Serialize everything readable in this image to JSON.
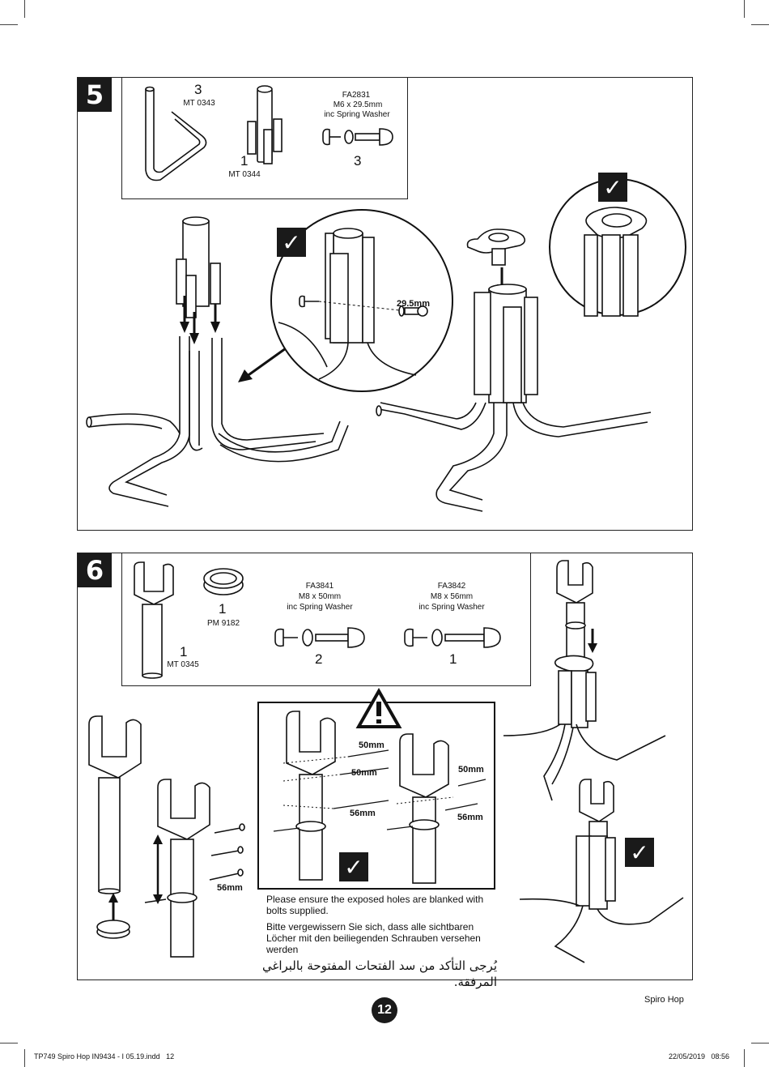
{
  "step5": {
    "number": "5",
    "parts": {
      "p1_qty": "3",
      "p1_code": "MT 0343",
      "p2_qty": "1",
      "p2_code": "MT 0344",
      "p3_code": "FA2831",
      "p3_size": "M6 x 29.5mm",
      "p3_note": "inc Spring Washer",
      "p3_qty": "3"
    },
    "bolt_length": "29.5mm"
  },
  "step6": {
    "number": "6",
    "parts": {
      "p1_qty": "1",
      "p1_code": "PM 9182",
      "p2_qty": "1",
      "p2_code": "MT 0345",
      "p3_code": "FA3841",
      "p3_size": "M8 x 50mm",
      "p3_note": "inc Spring Washer",
      "p3_qty": "2",
      "p4_code": "FA3842",
      "p4_size": "M8 x 56mm",
      "p4_note": "inc Spring Washer",
      "p4_qty": "1"
    },
    "len_56": "56mm",
    "warn_50a": "50mm",
    "warn_50b": "50mm",
    "warn_56a": "56mm",
    "warn_50c": "50mm",
    "warn_56b": "56mm",
    "note_en": "Please ensure the exposed holes are blanked with bolts supplied.",
    "note_de": "Bitte vergewissern Sie sich, dass alle sichtbaren Löcher mit den beiliegenden Schrauben versehen werden",
    "note_ar": "يُرجى التأكد من سد الفتحات المفتوحة بالبراغي المرفقة."
  },
  "footer": {
    "page_number": "12",
    "brand": "Spiro Hop",
    "file_info": "TP749 Spiro Hop IN9434 - I 05.19.indd   12",
    "datetime": "22/05/2019   08:56"
  },
  "check_symbol": "✓"
}
